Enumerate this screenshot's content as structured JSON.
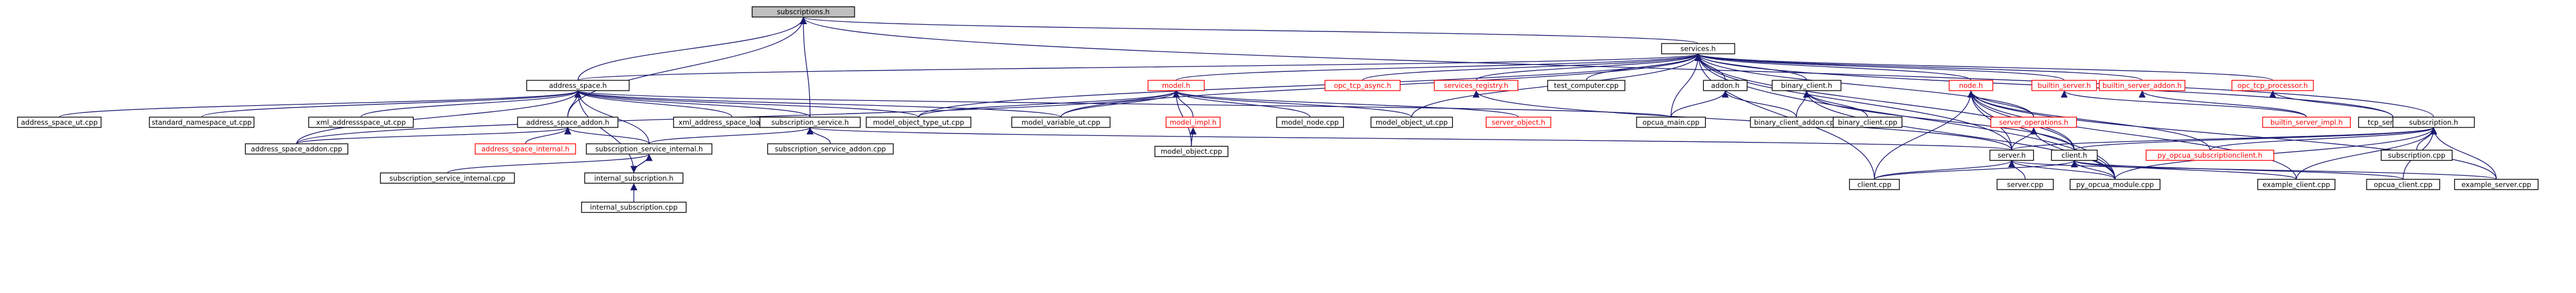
{
  "title": "subscriptions.h",
  "colors": {
    "edge": "#191970",
    "root_fill": "#bfbfbf",
    "link_text": "#000000",
    "missing_text": "#ff0000"
  },
  "nodes": [
    {
      "id": "n0",
      "label": "subscriptions.h",
      "kind": "root"
    },
    {
      "id": "n1",
      "label": "services.h",
      "kind": "normal"
    },
    {
      "id": "n2",
      "label": "address_space.h",
      "kind": "normal"
    },
    {
      "id": "n3",
      "label": "address_space_ut.cpp",
      "kind": "normal"
    },
    {
      "id": "n4",
      "label": "standard_namespace_ut.cpp",
      "kind": "normal"
    },
    {
      "id": "n5",
      "label": "xml_addressspace_ut.cpp",
      "kind": "normal"
    },
    {
      "id": "n6",
      "label": "address_space_addon.h",
      "kind": "normal"
    },
    {
      "id": "n7",
      "label": "xml_address_space_loader.cpp",
      "kind": "normal"
    },
    {
      "id": "n8",
      "label": "subscription_service.h",
      "kind": "normal"
    },
    {
      "id": "n9",
      "label": "model_object_type_ut.cpp",
      "kind": "normal"
    },
    {
      "id": "n10",
      "label": "model_variable_ut.cpp",
      "kind": "normal"
    },
    {
      "id": "n11",
      "label": "address_space_addon.cpp",
      "kind": "normal"
    },
    {
      "id": "n12",
      "label": "address_space_internal.h",
      "kind": "red"
    },
    {
      "id": "n13",
      "label": "subscription_service_internal.h",
      "kind": "normal"
    },
    {
      "id": "n14",
      "label": "subscription_service_addon.cpp",
      "kind": "normal"
    },
    {
      "id": "n15",
      "label": "subscription_service_internal.cpp",
      "kind": "normal"
    },
    {
      "id": "n16",
      "label": "internal_subscription.h",
      "kind": "normal"
    },
    {
      "id": "n17",
      "label": "internal_subscription.cpp",
      "kind": "normal"
    },
    {
      "id": "n18",
      "label": "model.h",
      "kind": "red"
    },
    {
      "id": "n19",
      "label": "opc_tcp_async.h",
      "kind": "red"
    },
    {
      "id": "n20",
      "label": "services_registry.h",
      "kind": "red"
    },
    {
      "id": "n21",
      "label": "test_computer.cpp",
      "kind": "normal"
    },
    {
      "id": "n22",
      "label": "model_impl.h",
      "kind": "red"
    },
    {
      "id": "n23",
      "label": "model_node.cpp",
      "kind": "normal"
    },
    {
      "id": "n24",
      "label": "model_object_ut.cpp",
      "kind": "normal"
    },
    {
      "id": "n25",
      "label": "server_object.h",
      "kind": "red"
    },
    {
      "id": "n26",
      "label": "model_object.cpp",
      "kind": "normal"
    },
    {
      "id": "n27",
      "label": "addon.h",
      "kind": "normal"
    },
    {
      "id": "n28",
      "label": "opcua_main.cpp",
      "kind": "normal"
    },
    {
      "id": "n29",
      "label": "binary_client.h",
      "kind": "normal"
    },
    {
      "id": "n30",
      "label": "binary_client_addon.cpp",
      "kind": "normal"
    },
    {
      "id": "n31",
      "label": "binary_client.cpp",
      "kind": "normal"
    },
    {
      "id": "n32",
      "label": "node.h",
      "kind": "red"
    },
    {
      "id": "n33",
      "label": "server_operations.h",
      "kind": "red"
    },
    {
      "id": "n34",
      "label": "builtin_server.h",
      "kind": "red"
    },
    {
      "id": "n35",
      "label": "builtin_server_addon.h",
      "kind": "red"
    },
    {
      "id": "n36",
      "label": "opc_tcp_processor.h",
      "kind": "red"
    },
    {
      "id": "n37",
      "label": "tcp_server.cpp",
      "kind": "normal"
    },
    {
      "id": "n38",
      "label": "builtin_server_impl.h",
      "kind": "red"
    },
    {
      "id": "n39",
      "label": "subscription.h",
      "kind": "normal"
    },
    {
      "id": "n40",
      "label": "server.h",
      "kind": "normal"
    },
    {
      "id": "n41",
      "label": "client.h",
      "kind": "normal"
    },
    {
      "id": "n42",
      "label": "py_opcua_subscriptionclient.h",
      "kind": "red"
    },
    {
      "id": "n43",
      "label": "subscription.cpp",
      "kind": "normal"
    },
    {
      "id": "n44",
      "label": "client.cpp",
      "kind": "normal"
    },
    {
      "id": "n45",
      "label": "server.cpp",
      "kind": "normal"
    },
    {
      "id": "n46",
      "label": "py_opcua_module.cpp",
      "kind": "normal"
    },
    {
      "id": "n47",
      "label": "example_client.cpp",
      "kind": "normal"
    },
    {
      "id": "n48",
      "label": "opcua_client.cpp",
      "kind": "normal"
    },
    {
      "id": "n49",
      "label": "example_server.cpp",
      "kind": "normal"
    }
  ],
  "edges": [
    [
      "n1",
      "n0"
    ],
    [
      "n2",
      "n0"
    ],
    [
      "n6",
      "n0"
    ],
    [
      "n8",
      "n0"
    ],
    [
      "n39",
      "n0"
    ],
    [
      "n2",
      "n1"
    ],
    [
      "n18",
      "n1"
    ],
    [
      "n19",
      "n1"
    ],
    [
      "n20",
      "n1"
    ],
    [
      "n21",
      "n1"
    ],
    [
      "n27",
      "n1"
    ],
    [
      "n28",
      "n1"
    ],
    [
      "n29",
      "n1"
    ],
    [
      "n32",
      "n1"
    ],
    [
      "n33",
      "n1"
    ],
    [
      "n34",
      "n1"
    ],
    [
      "n35",
      "n1"
    ],
    [
      "n36",
      "n1"
    ],
    [
      "n37",
      "n1"
    ],
    [
      "n40",
      "n1"
    ],
    [
      "n41",
      "n1"
    ],
    [
      "n44",
      "n1"
    ],
    [
      "n46",
      "n1"
    ],
    [
      "n9",
      "n1"
    ],
    [
      "n10",
      "n1"
    ],
    [
      "n24",
      "n1"
    ],
    [
      "n3",
      "n2"
    ],
    [
      "n4",
      "n2"
    ],
    [
      "n5",
      "n2"
    ],
    [
      "n6",
      "n2"
    ],
    [
      "n7",
      "n2"
    ],
    [
      "n8",
      "n2"
    ],
    [
      "n9",
      "n2"
    ],
    [
      "n10",
      "n2"
    ],
    [
      "n11",
      "n2"
    ],
    [
      "n13",
      "n2"
    ],
    [
      "n16",
      "n2"
    ],
    [
      "n28",
      "n2"
    ],
    [
      "n11",
      "n6"
    ],
    [
      "n12",
      "n6"
    ],
    [
      "n13",
      "n6"
    ],
    [
      "n14",
      "n8"
    ],
    [
      "n13",
      "n8"
    ],
    [
      "n40",
      "n8"
    ],
    [
      "n15",
      "n13"
    ],
    [
      "n16",
      "n13"
    ],
    [
      "n17",
      "n16"
    ],
    [
      "n13",
      "n16"
    ],
    [
      "n9",
      "n18"
    ],
    [
      "n10",
      "n18"
    ],
    [
      "n22",
      "n18"
    ],
    [
      "n23",
      "n18"
    ],
    [
      "n24",
      "n18"
    ],
    [
      "n25",
      "n18"
    ],
    [
      "n26",
      "n18"
    ],
    [
      "n11",
      "n18"
    ],
    [
      "n26",
      "n22"
    ],
    [
      "n40",
      "n20"
    ],
    [
      "n28",
      "n27"
    ],
    [
      "n30",
      "n27"
    ],
    [
      "n30",
      "n29"
    ],
    [
      "n31",
      "n29"
    ],
    [
      "n41",
      "n29"
    ],
    [
      "n46",
      "n29"
    ],
    [
      "n33",
      "n32"
    ],
    [
      "n40",
      "n32"
    ],
    [
      "n41",
      "n32"
    ],
    [
      "n42",
      "n32"
    ],
    [
      "n44",
      "n32"
    ],
    [
      "n46",
      "n32"
    ],
    [
      "n47",
      "n32"
    ],
    [
      "n49",
      "n32"
    ],
    [
      "n40",
      "n33"
    ],
    [
      "n46",
      "n33"
    ],
    [
      "n38",
      "n34"
    ],
    [
      "n38",
      "n35"
    ],
    [
      "n37",
      "n36"
    ],
    [
      "n40",
      "n39"
    ],
    [
      "n41",
      "n39"
    ],
    [
      "n42",
      "n39"
    ],
    [
      "n43",
      "n39"
    ],
    [
      "n46",
      "n39"
    ],
    [
      "n47",
      "n39"
    ],
    [
      "n48",
      "n39"
    ],
    [
      "n49",
      "n39"
    ],
    [
      "n44",
      "n40"
    ],
    [
      "n45",
      "n40"
    ],
    [
      "n46",
      "n40"
    ],
    [
      "n49",
      "n40"
    ],
    [
      "n44",
      "n41"
    ],
    [
      "n46",
      "n41"
    ],
    [
      "n47",
      "n41"
    ],
    [
      "n48",
      "n41"
    ]
  ]
}
